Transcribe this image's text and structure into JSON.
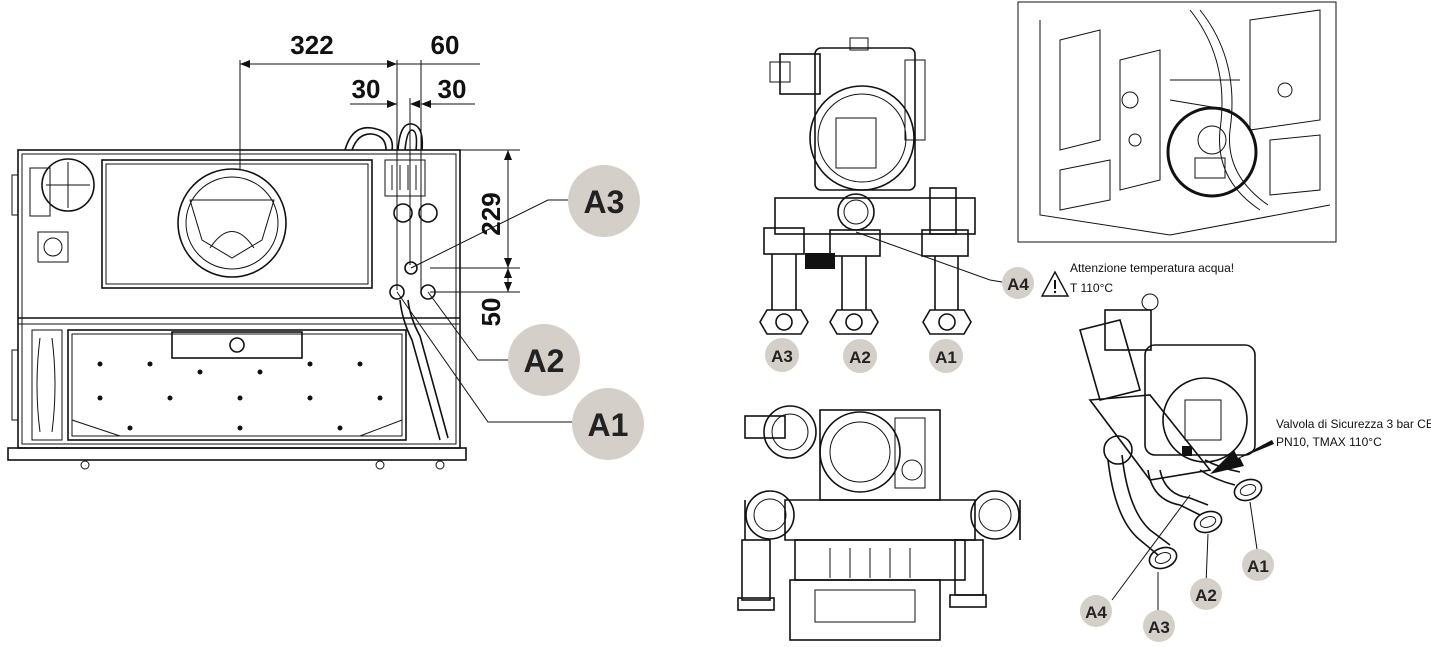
{
  "dimensions": {
    "d322": "322",
    "d60": "60",
    "d30_left": "30",
    "d30_right": "30",
    "d229": "229",
    "d50": "50"
  },
  "front_view_labels": {
    "a3": "A3",
    "a2": "A2",
    "a1": "A1"
  },
  "pump_labels": {
    "a3": "A3",
    "a2": "A2",
    "a1": "A1",
    "a4": "A4"
  },
  "iso_labels": {
    "a4": "A4",
    "a3": "A3",
    "a2": "A2",
    "a1": "A1"
  },
  "warning": {
    "line1": "Attenzione temperatura acqua!",
    "line2": "T 110°C"
  },
  "valve_note": {
    "line1": "Valvola di Sicurezza 3 bar CE",
    "line2": "PN10, TMAX 110°C"
  },
  "colors": {
    "bubble_fill": "#d5cfc9",
    "line": "#111111"
  }
}
